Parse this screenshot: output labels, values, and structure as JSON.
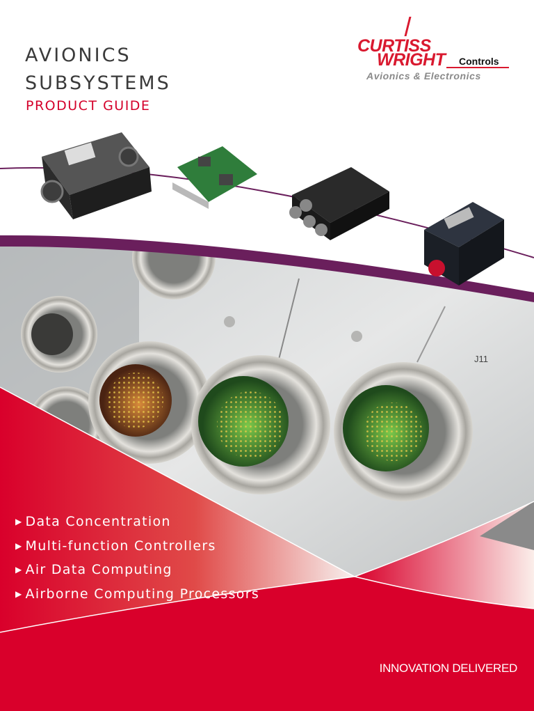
{
  "header": {
    "title_line1": "AVIONICS",
    "title_line2": "SUBSYSTEMS",
    "subtitle": "PRODUCT GUIDE"
  },
  "logo": {
    "line1": "CURTISS",
    "line2": "WRIGHT",
    "division": "Controls",
    "tagline": "Avionics & Electronics"
  },
  "features": [
    {
      "icon": "triangle-right-icon",
      "arrow": "▶",
      "label": "Data Concentration"
    },
    {
      "icon": "triangle-right-icon",
      "arrow": "▶",
      "label": "Multi-function Controllers"
    },
    {
      "icon": "triangle-right-icon",
      "arrow": "▶",
      "label": "Air Data Computing"
    },
    {
      "icon": "triangle-right-icon",
      "arrow": "▶",
      "label": "Airborne Computing Processors"
    }
  ],
  "photo_label": "J11",
  "footer": {
    "slogan": "INNOVATION DELIVERED"
  },
  "colors": {
    "brand_red": "#d9002b",
    "purple": "#6a1f5c",
    "title_gray": "#3a3a3a"
  }
}
